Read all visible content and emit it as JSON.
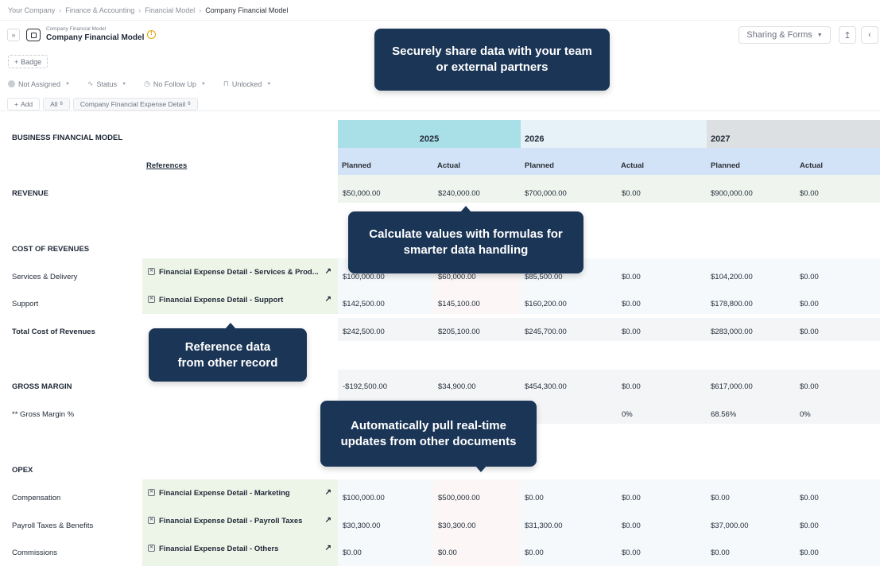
{
  "breadcrumb": [
    "Your Company",
    "Finance & Accounting",
    "Financial Model",
    "Company Financial Model"
  ],
  "header": {
    "subtitle": "Company Financial Model",
    "title": "Company Financial Model",
    "share_label": "Sharing & Forms",
    "badge_label": "Badge"
  },
  "properties": {
    "assignee": "Not Assigned",
    "status": "Status",
    "follow_up": "No Follow Up",
    "lock": "Unlocked"
  },
  "tabs": {
    "add": "Add",
    "all": "All",
    "all_count": "6",
    "detail": "Company Financial Expense Detail",
    "detail_count": "6"
  },
  "table": {
    "title": "BUSINESS FINANCIAL MODEL",
    "references_header": "References",
    "years": [
      "2025",
      "2026",
      "2027"
    ],
    "subheaders": [
      "Planned",
      "Actual",
      "Planned",
      "Actual",
      "Planned",
      "Actual"
    ],
    "rows": {
      "revenue": {
        "label": "REVENUE",
        "values": [
          "$50,000.00",
          "$240,000.00",
          "$700,000.00",
          "$0.00",
          "$900,000.00",
          "$0.00"
        ]
      },
      "cost_of_revenues": {
        "label": "COST OF REVENUES"
      },
      "services": {
        "label": "Services & Delivery",
        "ref": "Financial Expense Detail - Services & Prod...",
        "values": [
          "$100,000.00",
          "$60,000.00",
          "$85,500.00",
          "$0.00",
          "$104,200.00",
          "$0.00"
        ]
      },
      "support": {
        "label": "Support",
        "ref": "Financial Expense Detail - Support",
        "values": [
          "$142,500.00",
          "$145,100.00",
          "$160,200.00",
          "$0.00",
          "$178,800.00",
          "$0.00"
        ]
      },
      "total_cost": {
        "label": "Total Cost of Revenues",
        "values": [
          "$242,500.00",
          "$205,100.00",
          "$245,700.00",
          "$0.00",
          "$283,000.00",
          "$0.00"
        ]
      },
      "gross_margin": {
        "label": "GROSS MARGIN",
        "values": [
          "-$192,500.00",
          "$34,900.00",
          "$454,300.00",
          "$0.00",
          "$617,000.00",
          "$0.00"
        ]
      },
      "gross_margin_pct": {
        "label": "** Gross Margin %",
        "values": [
          "",
          "",
          "9%",
          "0%",
          "68.56%",
          "0%"
        ]
      },
      "opex": {
        "label": "OPEX"
      },
      "compensation": {
        "label": "Compensation",
        "ref": "Financial Expense Detail - Marketing",
        "values": [
          "$100,000.00",
          "$500,000.00",
          "$0.00",
          "$0.00",
          "$0.00",
          "$0.00"
        ]
      },
      "payroll": {
        "label": "Payroll Taxes & Benefits",
        "ref": "Financial Expense Detail - Payroll Taxes",
        "values": [
          "$30,300.00",
          "$30,300.00",
          "$31,300.00",
          "$0.00",
          "$37,000.00",
          "$0.00"
        ]
      },
      "commissions": {
        "label": "Commissions",
        "ref": "Financial Expense Detail - Others",
        "values": [
          "$0.00",
          "$0.00",
          "$0.00",
          "$0.00",
          "$0.00",
          "$0.00"
        ]
      }
    }
  },
  "callouts": {
    "share": "Securely share data with your team or external partners",
    "formulas": "Calculate values with formulas for smarter data handling",
    "reference": "Reference data from other record",
    "realtime": "Automatically pull real-time updates from other documents"
  },
  "colors": {
    "year_2025": "#a9dfe6",
    "year_2026": "#e7f1f8",
    "year_2027": "#dde0e2",
    "subheader": "#d3e3f7",
    "reference_cell": "#edf5e9",
    "callout": "#1b3556"
  }
}
